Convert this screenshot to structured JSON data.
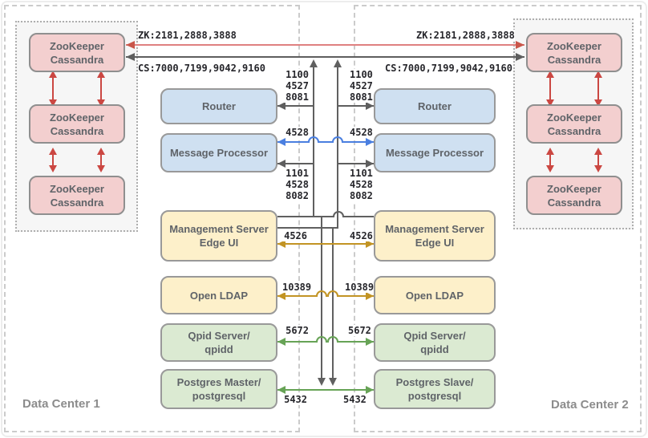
{
  "dc1": {
    "label": "Data Center 1",
    "cluster": [
      {
        "line1": "ZooKeeper",
        "line2": "Cassandra"
      },
      {
        "line1": "ZooKeeper",
        "line2": "Cassandra"
      },
      {
        "line1": "ZooKeeper",
        "line2": "Cassandra"
      }
    ],
    "router": "Router",
    "message_processor": "Message Processor",
    "management_server": {
      "line1": "Management Server",
      "line2": "Edge UI"
    },
    "ldap": "Open LDAP",
    "qpid": {
      "line1": "Qpid Server/",
      "line2": "qpidd"
    },
    "postgres": {
      "line1": "Postgres Master/",
      "line2": "postgresql"
    }
  },
  "dc2": {
    "label": "Data Center 2",
    "cluster": [
      {
        "line1": "ZooKeeper",
        "line2": "Cassandra"
      },
      {
        "line1": "ZooKeeper",
        "line2": "Cassandra"
      },
      {
        "line1": "ZooKeeper",
        "line2": "Cassandra"
      }
    ],
    "router": "Router",
    "message_processor": "Message Processor",
    "management_server": {
      "line1": "Management Server",
      "line2": "Edge UI"
    },
    "ldap": "Open LDAP",
    "qpid": {
      "line1": "Qpid Server/",
      "line2": "qpidd"
    },
    "postgres": {
      "line1": "Postgres Slave/",
      "line2": "postgresql"
    }
  },
  "ports": {
    "zk": "ZK:2181,2888,3888",
    "cs": "CS:7000,7199,9042,9160",
    "router": [
      "1100",
      "4527",
      "8081"
    ],
    "mp_data": "4528",
    "mp_mgmt": [
      "1101",
      "4528",
      "8082"
    ],
    "management": "4526",
    "ldap": "10389",
    "qpid": "5672",
    "postgres": "5432"
  },
  "colors": {
    "zk_line": "#df8080",
    "zk_arrow": "#c9564a",
    "cs_line": "#5e5e5e",
    "mp_line": "#4a7fe0",
    "management_line": "#c29424",
    "amqp_postgres_line": "#67a356",
    "cluster_arrow": "#cb4742",
    "node_pink": "#f3cfcf",
    "node_blue": "#cfe0f1",
    "node_tan": "#fdf0ca",
    "node_green": "#dbead2"
  }
}
